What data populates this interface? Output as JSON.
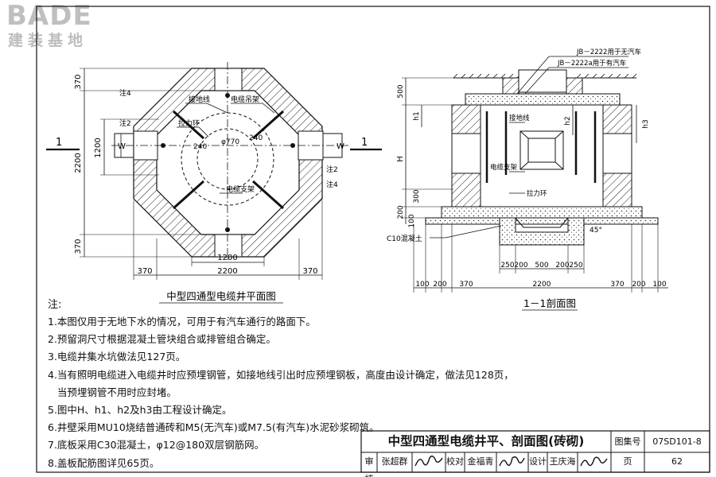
{
  "logo": {
    "main": "BADE",
    "sub": "建装基地"
  },
  "plan": {
    "caption": "中型四通型电缆井平面图",
    "section_mark": "1",
    "labels": {
      "zhu4": "注4",
      "zhu2": "注2",
      "grounding_line": "接地线",
      "cable_hanger": "电缆吊架",
      "pull_ring": "拉力环",
      "cable_bracket": "电缆支架",
      "w": "W",
      "r240": "240",
      "phi770": "φ770"
    },
    "dims": {
      "d370": "370",
      "d2200": "2200",
      "d1200": "1200"
    }
  },
  "section": {
    "caption": "1－1剖面图",
    "labels": {
      "jb_a": "JB－2222用于无汽车",
      "jb_b": "JB－2222a用于有汽车",
      "grounding_line": "接地线",
      "cable_bracket": "电缆支架",
      "pull_ring": "拉力环",
      "c10": "C10混凝土",
      "angle": "45°",
      "h": "H",
      "h1": "h1",
      "h2": "h2",
      "h3": "h3"
    },
    "dims": {
      "d500": "500",
      "d300": "300",
      "d100": "100",
      "d200": "200",
      "d250": "250",
      "d370": "370",
      "d2200": "2200"
    }
  },
  "notes": {
    "title": "注:",
    "items": [
      "1.本图仅用于无地下水的情况，可用于有汽车通行的路面下。",
      "2.预留洞尺寸根据混凝土管块组合或排管组合确定。",
      "3.电缆井集水坑做法见127页。",
      "4.当有照明电缆进入电缆井时应预埋钢管，如接地线引出时应预埋钢板，高度由设计确定，做法见128页，",
      "   当预埋钢管不用时应封堵。",
      "5.图中H、h1、h2及h3由工程设计确定。",
      "6.井壁采用MU10烧结普通砖和M5(无汽车)或M7.5(有汽车)水泥砂浆砌筑。",
      "7.底板采用C30混凝土，φ12@180双层钢筋网。",
      "8.盖板配筋图详见65页。"
    ]
  },
  "title_block": {
    "title": "中型四通型电缆井平、剖面图(砖砌)",
    "atlas_label": "图集号",
    "atlas_no": "07SD101-8",
    "page_label": "页",
    "page_no": "62",
    "review_label": "审核",
    "reviewer": "张超群",
    "check_label": "校对",
    "checker": "金福青",
    "design_label": "设计",
    "designer": "王庆海"
  }
}
